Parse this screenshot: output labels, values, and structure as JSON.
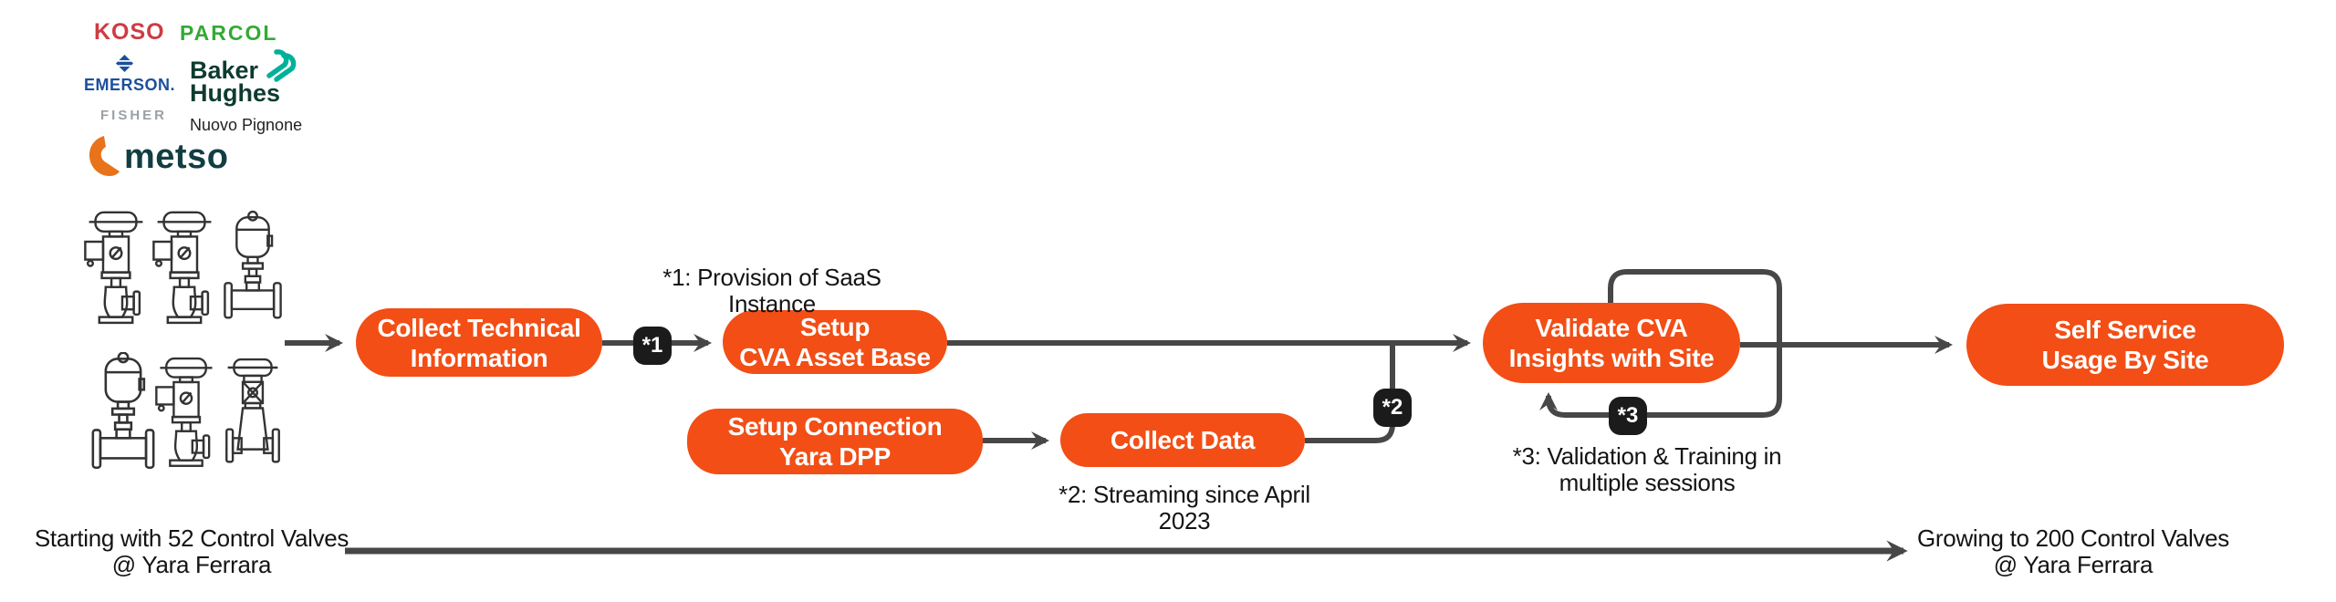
{
  "colors": {
    "accent_orange": "#F24E16",
    "flow_line": "#474747",
    "badge_black": "#1B1B1B",
    "valve_stroke": "#333333",
    "koso_red": "#CF3B44",
    "parcol_green": "#35A936",
    "emerson_blue": "#1B4F9C",
    "baker_hughes_dark": "#0E3B30",
    "baker_hughes_teal": "#00B19A",
    "fisher_gray": "#9AA0A6",
    "metso_dark": "#123E42",
    "metso_orange": "#E8731A"
  },
  "logos": {
    "koso": "KOSO",
    "parcol": "PARCOL",
    "emerson": "EMERSON.",
    "baker_line1": "Baker",
    "baker_line2": "Hughes",
    "nuovo_pignone": "Nuovo Pignone",
    "fisher": "FISHER",
    "metso": "metso"
  },
  "flow": {
    "nodes": [
      {
        "id": "collect-technical-information",
        "line1": "Collect Technical",
        "line2": "Information"
      },
      {
        "id": "setup-cva-asset-base",
        "line1": "Setup",
        "line2": "CVA Asset Base"
      },
      {
        "id": "setup-connection-yara-dpp",
        "line1": "Setup Connection",
        "line2": "Yara DPP"
      },
      {
        "id": "collect-data",
        "line1": "Collect Data"
      },
      {
        "id": "validate-cva-insights-with-site",
        "line1": "Validate CVA",
        "line2": "Insights with Site"
      },
      {
        "id": "self-service-usage-by-site",
        "line1": "Self Service",
        "line2": "Usage By Site"
      }
    ],
    "badges": [
      {
        "label": "*1"
      },
      {
        "label": "*2"
      },
      {
        "label": "*3"
      }
    ],
    "annotations": [
      {
        "id": "note-1",
        "line1": "*1: Provision of SaaS Instance"
      },
      {
        "id": "note-2",
        "line1": "*2: Streaming since April",
        "line2": "2023"
      },
      {
        "id": "note-3",
        "line1": "*3: Validation & Training in",
        "line2": "multiple sessions"
      }
    ]
  },
  "timeline": {
    "start_line1": "Starting with 52 Control Valves",
    "start_line2": "@ Yara Ferrara",
    "end_line1": "Growing to 200 Control Valves",
    "end_line2": "@ Yara Ferrara"
  }
}
